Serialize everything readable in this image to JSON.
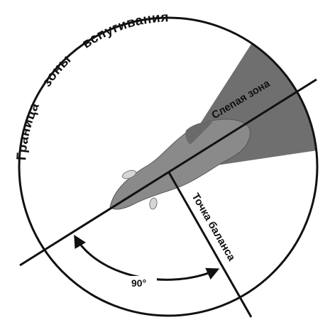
{
  "diagram": {
    "boundary_label": "Граница зоны вспугивания",
    "boundary_words": [
      "Граница",
      "зоны",
      "вспугивания"
    ],
    "blind_zone_label": "Слепая зона",
    "balance_point_label": "Точка баланса",
    "angle_label": "90°",
    "colors": {
      "ink": "#111111",
      "blind_zone": "#6f6f6f",
      "animal_body": "#8a8a8a",
      "animal_shadow": "#5a5a5a",
      "background": "#ffffff"
    }
  }
}
